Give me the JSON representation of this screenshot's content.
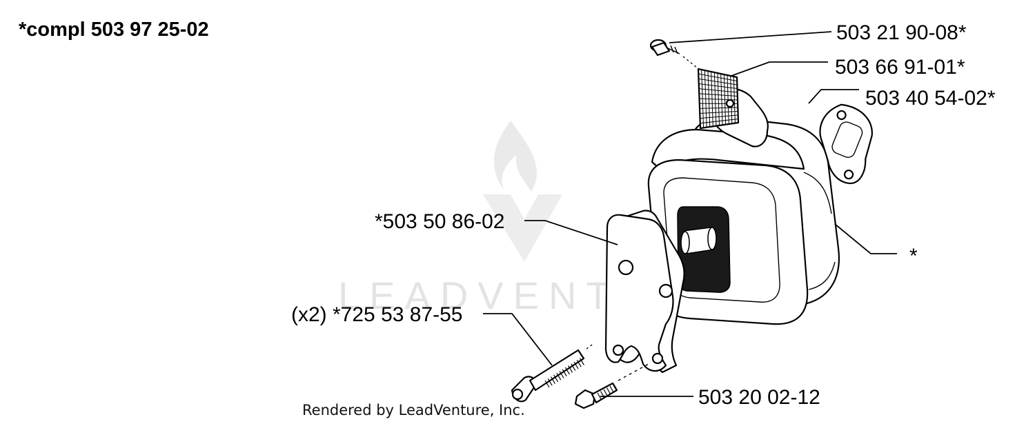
{
  "title": "*compl 503 97 25-02",
  "watermark": "LEADVENTURE",
  "credit": "Rendered by LeadVenture, Inc.",
  "callouts": {
    "screw_top": "503 21 90-08*",
    "screen": "503 66 91-01*",
    "gasket_right": "503 40 54-02*",
    "muffler_body": "*",
    "cover_plate": "*503 50 86-02",
    "long_bolt": "(x2) *725 53 87-55",
    "small_screw": "503 20 02-12"
  }
}
